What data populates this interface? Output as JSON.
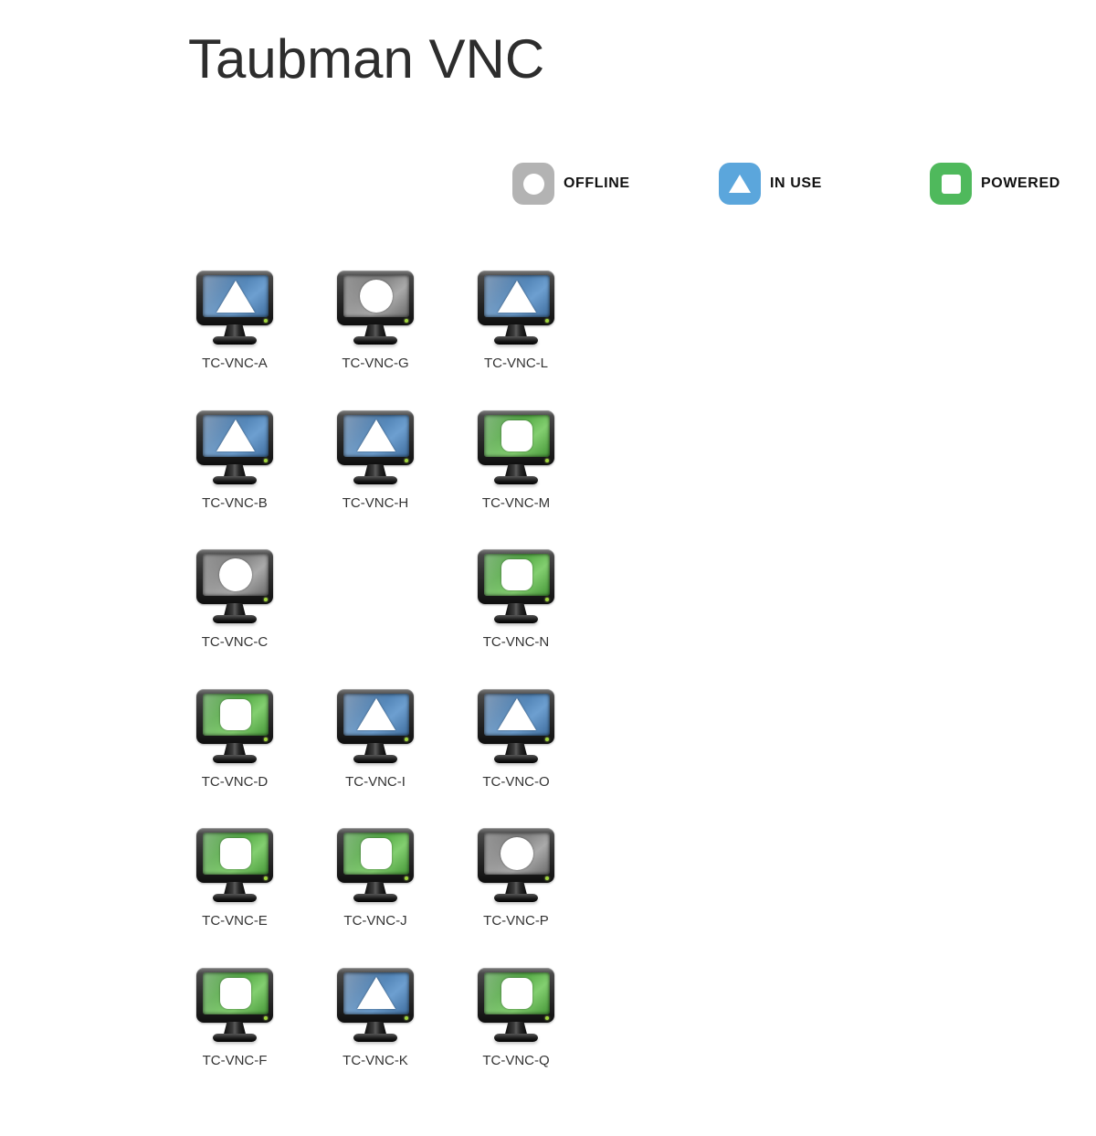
{
  "page": {
    "title": "Taubman VNC"
  },
  "legend": {
    "items": [
      {
        "id": "offline",
        "label": "OFFLINE",
        "color": "#b3b3b3",
        "shape": "circle"
      },
      {
        "id": "in-use",
        "label": "IN USE",
        "color": "#5ba6dc",
        "shape": "triangle"
      },
      {
        "id": "powered",
        "label": "POWERED",
        "color": "#4fb95c",
        "shape": "square"
      }
    ]
  },
  "status_shapes": {
    "offline": "circle",
    "in-use": "triangle",
    "powered": "square"
  },
  "status_colors": {
    "offline": "#8a8a8a",
    "in-use": "#4a7cae",
    "powered": "#4ea53f",
    "led": "#9fd43c"
  },
  "machines": {
    "columns": 3,
    "cells": [
      {
        "label": "TC-VNC-A",
        "status": "in-use"
      },
      {
        "label": "TC-VNC-G",
        "status": "offline"
      },
      {
        "label": "TC-VNC-L",
        "status": "in-use"
      },
      {
        "label": "TC-VNC-B",
        "status": "in-use"
      },
      {
        "label": "TC-VNC-H",
        "status": "in-use"
      },
      {
        "label": "TC-VNC-M",
        "status": "powered"
      },
      {
        "label": "TC-VNC-C",
        "status": "offline"
      },
      {
        "label": "",
        "status": "none"
      },
      {
        "label": "TC-VNC-N",
        "status": "powered"
      },
      {
        "label": "TC-VNC-D",
        "status": "powered"
      },
      {
        "label": "TC-VNC-I",
        "status": "in-use"
      },
      {
        "label": "TC-VNC-O",
        "status": "in-use"
      },
      {
        "label": "TC-VNC-E",
        "status": "powered"
      },
      {
        "label": "TC-VNC-J",
        "status": "powered"
      },
      {
        "label": "TC-VNC-P",
        "status": "offline"
      },
      {
        "label": "TC-VNC-F",
        "status": "powered"
      },
      {
        "label": "TC-VNC-K",
        "status": "in-use"
      },
      {
        "label": "TC-VNC-Q",
        "status": "powered"
      }
    ]
  }
}
